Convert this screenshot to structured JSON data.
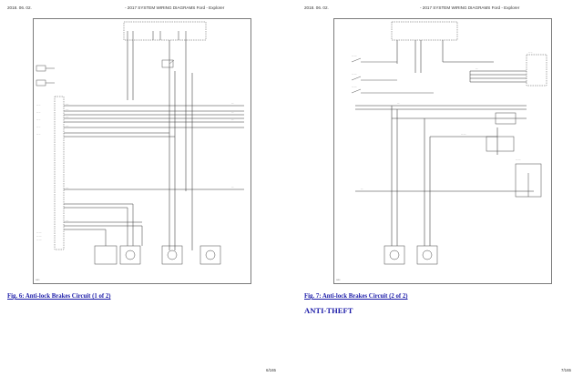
{
  "pages": [
    {
      "date": "2018. 06. 02.",
      "title": "- 2017 SYSTEM WIRING DIAGRAMS Ford - Explorer",
      "caption": "Fig. 6: Anti-lock Brakes Circuit (1 of 2)",
      "page_number": "6/165",
      "figure_id": "G015"
    },
    {
      "date": "2018. 06. 02.",
      "title": "- 2017 SYSTEM WIRING DIAGRAMS Ford - Explorer",
      "caption": "Fig. 7: Anti-lock Brakes Circuit (2 of 2)",
      "section_heading": "ANTI-THEFT",
      "page_number": "7/165",
      "figure_id": "G016"
    }
  ],
  "colors": {
    "link": "#1a1aa8",
    "wire": "#333333",
    "text": "#222222"
  }
}
